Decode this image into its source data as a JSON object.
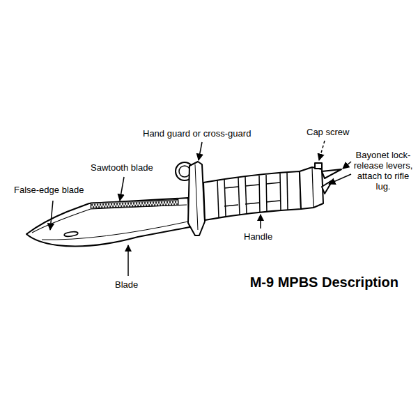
{
  "diagram": {
    "title": "M-9 MPBS Description",
    "labels": [
      "Hand guard or cross-guard",
      "Cap screw",
      "Bayonet lock-release levers, attach to rifle lug.",
      "Sawtooth blade",
      "False-edge blade",
      "Handle",
      "Blade"
    ]
  }
}
